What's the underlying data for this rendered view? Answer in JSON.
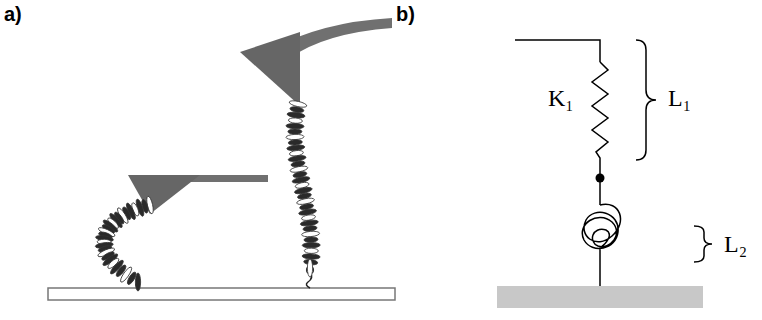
{
  "diagram": {
    "labels": [
      "a)",
      "b)",
      "K₁",
      "L₁",
      "L₂"
    ]
  }
}
